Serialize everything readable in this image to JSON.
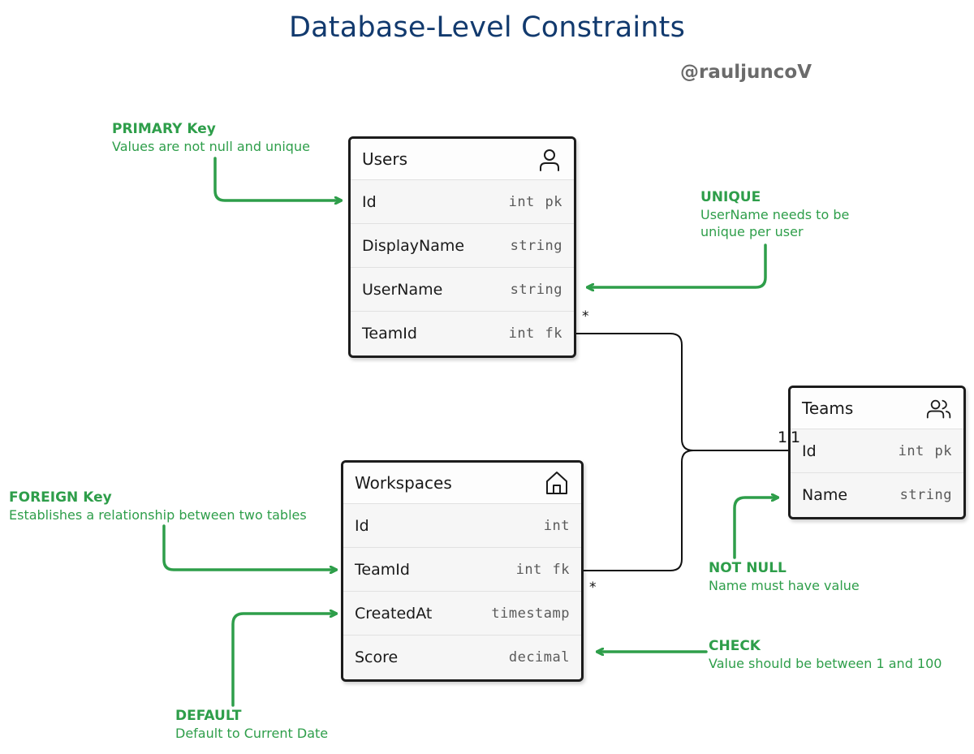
{
  "title": "Database-Level Constraints",
  "handle": "@rauljuncoV",
  "tables": {
    "users": {
      "name": "Users",
      "icon": "user-icon",
      "rows": [
        {
          "name": "Id",
          "type": "int  pk"
        },
        {
          "name": "DisplayName",
          "type": "string"
        },
        {
          "name": "UserName",
          "type": "string"
        },
        {
          "name": "TeamId",
          "type": "int  fk"
        }
      ]
    },
    "teams": {
      "name": "Teams",
      "icon": "users-group-icon",
      "rows": [
        {
          "name": "Id",
          "type": "int  pk"
        },
        {
          "name": "Name",
          "type": "string"
        }
      ]
    },
    "workspaces": {
      "name": "Workspaces",
      "icon": "home-icon",
      "rows": [
        {
          "name": "Id",
          "type": "int"
        },
        {
          "name": "TeamId",
          "type": "int  fk"
        },
        {
          "name": "CreatedAt",
          "type": "timestamp"
        },
        {
          "name": "Score",
          "type": "decimal"
        }
      ]
    }
  },
  "cardinality": {
    "users_teamid": "*",
    "workspaces_teamid": "*",
    "teams_id_a": "1",
    "teams_id_b": "1"
  },
  "annotations": {
    "primary": {
      "title": "PRIMARY Key",
      "lines": [
        "Values are not null and unique"
      ]
    },
    "unique": {
      "title": "UNIQUE",
      "lines": [
        "UserName needs to be",
        "unique per user"
      ]
    },
    "foreign": {
      "title": "FOREIGN Key",
      "lines": [
        "Establishes a relationship between two tables"
      ]
    },
    "not_null": {
      "title": "NOT NULL",
      "lines": [
        "Name must have value"
      ]
    },
    "check": {
      "title": "CHECK",
      "lines": [
        "Value should be between 1 and 100"
      ]
    },
    "default": {
      "title": "DEFAULT",
      "lines": [
        "Default to Current Date"
      ]
    }
  },
  "colors": {
    "annotation": "#2e9e4a",
    "title": "#123a6e",
    "border": "#1c1c1c"
  }
}
